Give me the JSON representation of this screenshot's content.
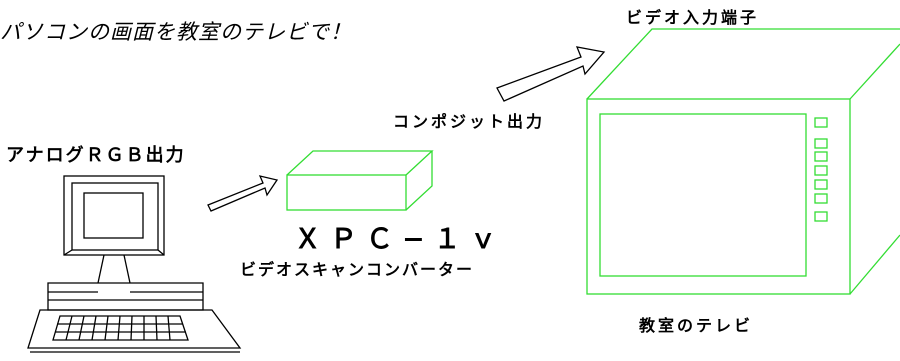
{
  "title": "パソコンの画面を教室のテレビで！",
  "labels": {
    "analog_rgb_output": "アナログＲＧＢ出力",
    "composite_output": "コンポジット出力",
    "video_input_terminal": "ビデオ入力端子",
    "model_name": "ＸＰＣ−１ｖ",
    "converter_name": "ビデオスキャンコンバーター",
    "classroom_tv": "教室のテレビ"
  },
  "colors": {
    "device_outline": "#33dd33",
    "line": "#000000"
  }
}
